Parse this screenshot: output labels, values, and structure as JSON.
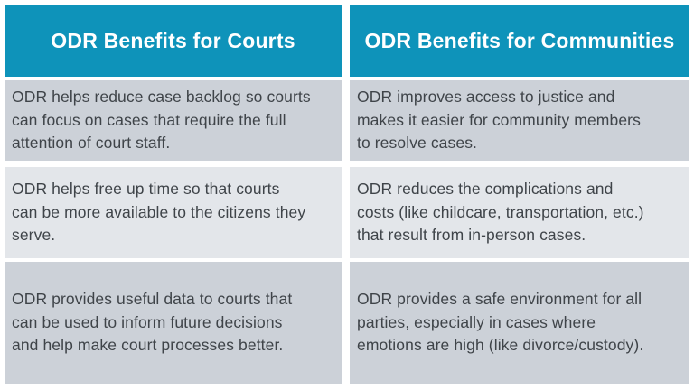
{
  "colors": {
    "header_bg": "#0e93ba",
    "row_dark_bg": "#ccd1d8",
    "row_light_bg": "#e3e6ea",
    "header_text": "#ffffff",
    "body_text": "#3f4449",
    "page_bg": "#ffffff"
  },
  "table": {
    "headers": [
      {
        "id": "courts",
        "label": "ODR Benefits for Courts"
      },
      {
        "id": "communities",
        "label": "ODR Benefits for Communities"
      }
    ],
    "rows": [
      {
        "courts": "ODR helps reduce case backlog so courts\ncan focus on cases that require the full\nattention of court staff.",
        "communities": "ODR improves access to justice and\nmakes it easier for community members\nto resolve cases."
      },
      {
        "courts": "ODR helps free up time so that courts\ncan be more available to the citizens they\nserve.",
        "communities": "ODR reduces the complications and\ncosts (like childcare, transportation, etc.)\nthat result from in-person cases."
      },
      {
        "courts": "ODR provides useful data to courts that\ncan be used to inform future decisions\nand help make court processes better.",
        "communities": "ODR provides a safe environment for all\nparties, especially in cases where\nemotions are high (like divorce/custody)."
      }
    ]
  }
}
